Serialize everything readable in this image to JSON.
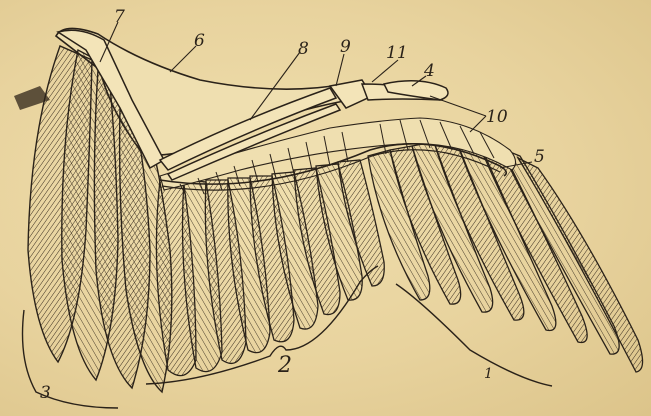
{
  "figure": {
    "labels": {
      "l1": "1",
      "l2": "2",
      "l3": "3",
      "l4": "4",
      "l5": "5",
      "l6": "6",
      "l7": "7",
      "l8": "8",
      "l9": "9",
      "l10": "10",
      "l11": "11"
    },
    "ink_color": "#2a2219",
    "paper_color": "#e9d6a2"
  }
}
